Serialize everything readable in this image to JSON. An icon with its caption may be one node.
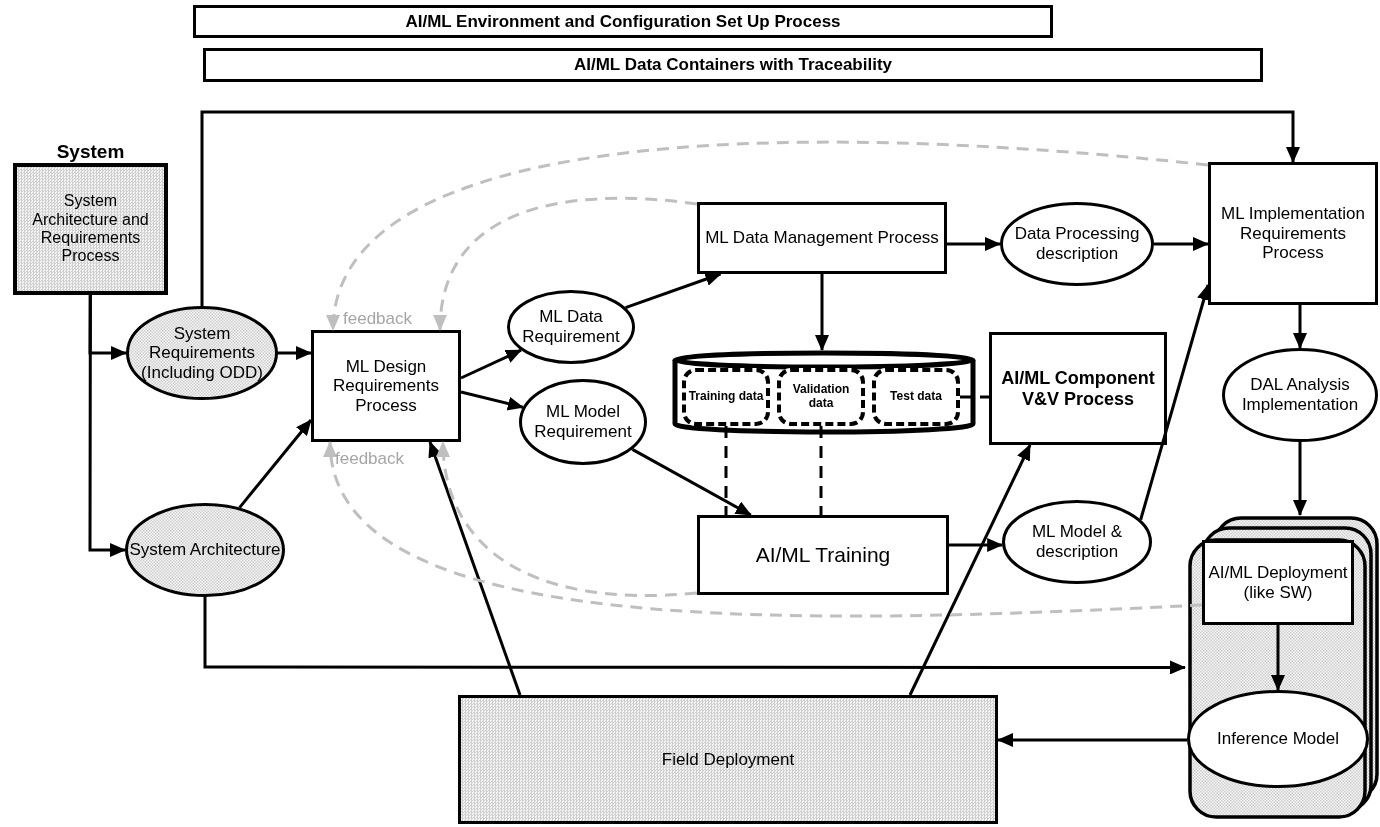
{
  "diagram": {
    "nodes": [
      {
        "text": [
          "AI/ML Environment and Configuration Set Up Process"
        ]
      },
      {
        "text": [
          "AI/ML Data Containers with Traceability"
        ]
      },
      {
        "text": [
          "System",
          "System Architecture and Requirements Process"
        ]
      },
      {
        "text": [
          "System Requirements (Including ODD)"
        ]
      },
      {
        "text": [
          "System Architecture"
        ]
      },
      {
        "text": [
          "ML Design Requirements Process"
        ]
      },
      {
        "text": [
          "ML Data Requirement"
        ]
      },
      {
        "text": [
          "ML Model Requirement"
        ]
      },
      {
        "text": [
          "ML Data Management Process"
        ]
      },
      {
        "text": [
          "Data Processing description"
        ]
      },
      {
        "text": [
          "ML Implementation Requirements Process"
        ]
      },
      {
        "text": [],
        "shape": "cylinder"
      },
      {
        "text": [
          "Training data"
        ],
        "in": 11
      },
      {
        "text": [
          "Validation data"
        ],
        "in": 11
      },
      {
        "text": [
          "Test data"
        ],
        "in": 11
      },
      {
        "text": [
          "AI/ML Component V&V Process"
        ]
      },
      {
        "text": [
          "AI/ML Training"
        ]
      },
      {
        "text": [
          "ML Model & description"
        ]
      },
      {
        "text": [
          "DAL Analysis Implementation"
        ]
      },
      {
        "text": [],
        "shape": "box"
      },
      {
        "text": [
          "AI/ML Deployment (like SW)"
        ],
        "in": 19
      },
      {
        "text": [
          "Inference Model"
        ],
        "in": 19
      },
      {
        "text": [
          "Field Deployment"
        ]
      }
    ],
    "edges": [
      {
        "from": 2,
        "to": 3,
        "arrow": "to"
      },
      {
        "from": 2,
        "to": 4,
        "arrow": "to"
      },
      {
        "from": 3,
        "to": 5,
        "arrow": "to"
      },
      {
        "from": 4,
        "to": 5,
        "arrow": "to"
      },
      {
        "from": 3,
        "to": 10,
        "arrow": "to"
      },
      {
        "from": 5,
        "to": 6,
        "arrow": "to"
      },
      {
        "from": 5,
        "to": 7,
        "arrow": "to"
      },
      {
        "from": 6,
        "to": 8,
        "arrow": "to"
      },
      {
        "from": 7,
        "to": 16,
        "arrow": "to"
      },
      {
        "from": 8,
        "to": 9,
        "arrow": "to"
      },
      {
        "from": 9,
        "to": 10,
        "arrow": "to"
      },
      {
        "from": 8,
        "to": 11,
        "arrow": "to"
      },
      {
        "from": 14,
        "to": 15,
        "arrow": "none",
        "style": "dashed"
      },
      {
        "from": 12,
        "to": 16,
        "arrow": "none",
        "style": "dashed"
      },
      {
        "from": 13,
        "to": 16,
        "arrow": "none",
        "style": "dashed"
      },
      {
        "from": 16,
        "to": 17,
        "arrow": "to"
      },
      {
        "from": 17,
        "to": 10,
        "arrow": "to"
      },
      {
        "from": 10,
        "to": 18,
        "arrow": "to"
      },
      {
        "from": 18,
        "to": 19,
        "arrow": "to"
      },
      {
        "from": 20,
        "to": 21,
        "arrow": "to"
      },
      {
        "from": 21,
        "to": 22,
        "arrow": "to"
      },
      {
        "from": 4,
        "to": 19,
        "arrow": "to"
      },
      {
        "from": 22,
        "to": 5,
        "arrow": "to"
      },
      {
        "from": 22,
        "to": 15,
        "arrow": "to"
      },
      {
        "from": 10,
        "to": 5,
        "arrow": "to",
        "style": "dashed",
        "color": "#bfbfbf"
      },
      {
        "from": 8,
        "to": 5,
        "arrow": "to",
        "style": "dashed",
        "color": "#bfbfbf"
      },
      {
        "from": 16,
        "to": 5,
        "arrow": "to",
        "style": "dashed",
        "color": "#bfbfbf"
      },
      {
        "from": 20,
        "to": 5,
        "arrow": "to",
        "style": "dashed",
        "color": "#bfbfbf"
      }
    ],
    "labels": [
      "feedback",
      "feedback"
    ]
  }
}
